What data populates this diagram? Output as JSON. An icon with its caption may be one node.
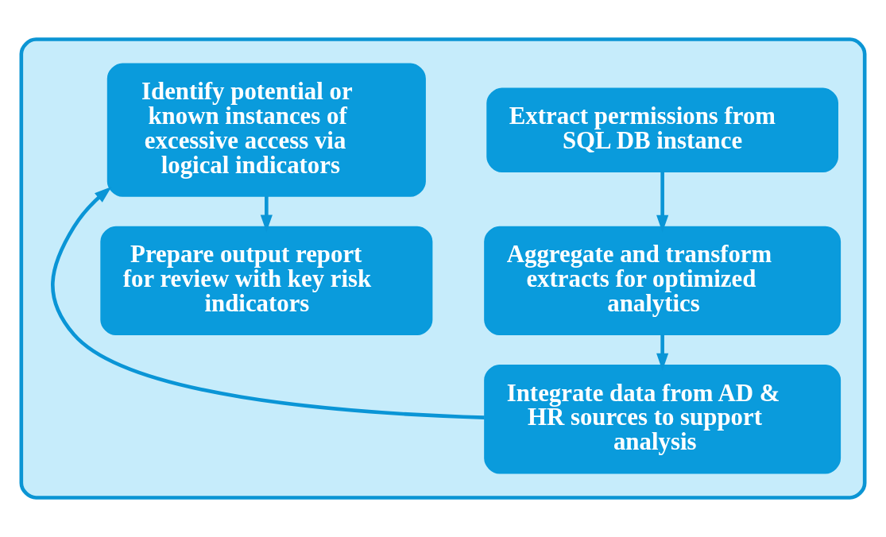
{
  "diagram": {
    "nodes": [
      {
        "text": [],
        "shape": "box"
      },
      {
        "text": [
          "Extract permissions from SQL DB instance"
        ],
        "in": 0
      },
      {
        "text": [
          "Aggregate and transform extracts for optimized analytics"
        ],
        "in": 0
      },
      {
        "text": [
          "Integrate data from AD & HR sources to support analysis"
        ],
        "in": 0
      },
      {
        "text": [
          "Identify potential or known instances of excessive access via logical indicators"
        ],
        "in": 0
      },
      {
        "text": [
          "Prepare output report for review with key risk indicators"
        ],
        "in": 0
      }
    ],
    "edges": [
      {
        "from": 1,
        "to": 2,
        "arrow": "to"
      },
      {
        "from": 2,
        "to": 3,
        "arrow": "to"
      },
      {
        "from": 3,
        "to": 4,
        "arrow": "to"
      },
      {
        "from": 4,
        "to": 5,
        "arrow": "to"
      }
    ]
  }
}
